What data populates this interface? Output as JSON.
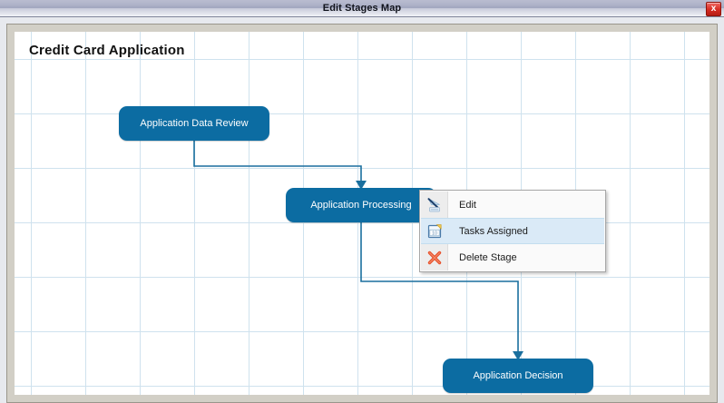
{
  "window": {
    "title": "Edit Stages Map",
    "close_label": "x",
    "close_icon": "close-icon"
  },
  "diagram": {
    "title": "Credit Card Application",
    "node_color": "#0c6ca2",
    "connector_color": "#1a6f9e",
    "grid_color": "#cfe2ee",
    "nodes": [
      {
        "id": "node-1",
        "label": "Application Data Review"
      },
      {
        "id": "node-2",
        "label": "Application Processing"
      },
      {
        "id": "node-3",
        "label": "Application Decision"
      }
    ],
    "connectors": [
      {
        "from": "node-1",
        "to": "node-2"
      },
      {
        "from": "node-2",
        "to": "node-3"
      }
    ]
  },
  "context_menu": {
    "items": [
      {
        "label": "Edit",
        "icon": "edit-pen-icon",
        "highlighted": false
      },
      {
        "label": "Tasks Assigned",
        "icon": "tasks-note-icon",
        "highlighted": true
      },
      {
        "label": "Delete Stage",
        "icon": "delete-x-icon",
        "highlighted": false
      }
    ],
    "highlight_color": "#daeaf7",
    "delete_icon_color": "#e8502a"
  }
}
